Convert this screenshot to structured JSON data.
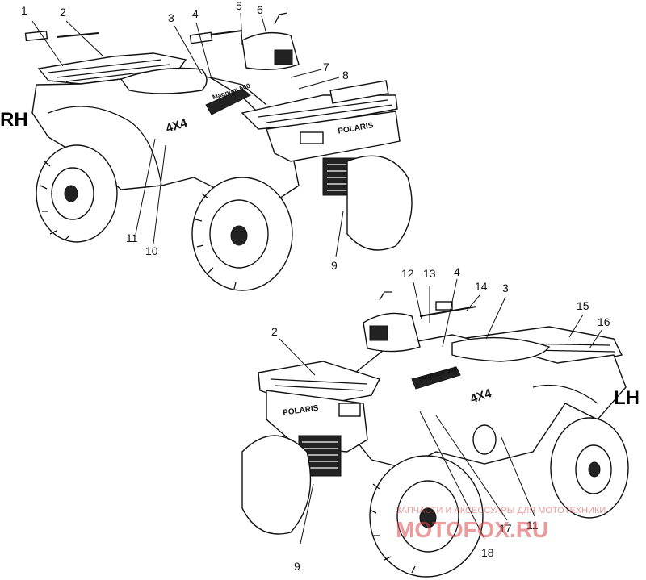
{
  "views": {
    "rh": {
      "label": "RH"
    },
    "lh": {
      "label": "LH"
    }
  },
  "decals": {
    "four_by_four": "4X4",
    "brand": "POLARIS",
    "model": "Magnum 500"
  },
  "callouts": {
    "rh": [
      "1",
      "2",
      "3",
      "4",
      "5",
      "6",
      "7",
      "8",
      "9",
      "10",
      "11"
    ],
    "lh": [
      "12",
      "13",
      "4",
      "14",
      "3",
      "15",
      "16",
      "2",
      "9",
      "17",
      "11",
      "18"
    ]
  },
  "watermark": {
    "line1": "ЗАПЧАСТИ И АКСЕССУАРЫ ДЛЯ МОТОТЕХНИКИ",
    "line2": "MOTOFOX.RU"
  }
}
